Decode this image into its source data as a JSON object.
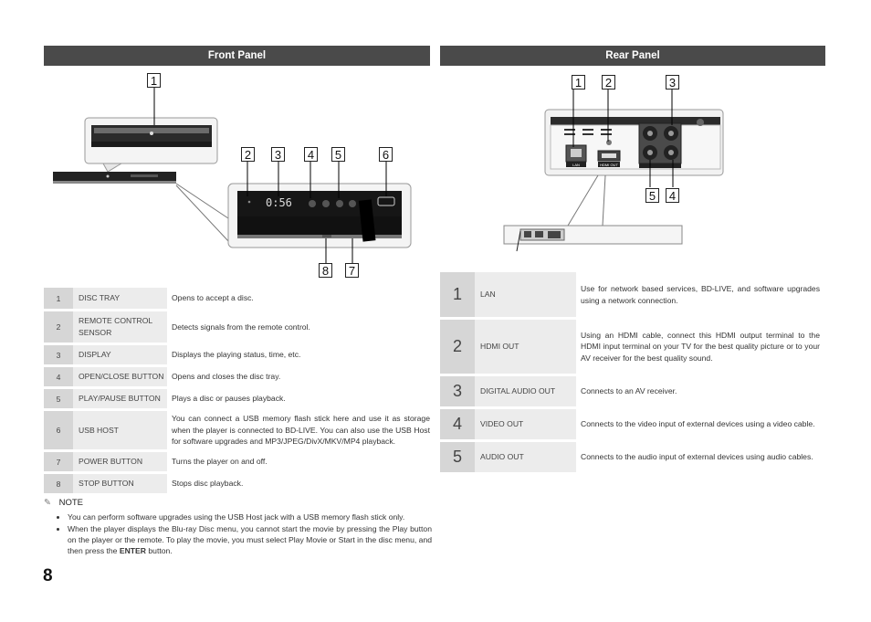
{
  "front_panel": {
    "header": "Front Panel",
    "callouts": [
      "1",
      "2",
      "3",
      "4",
      "5",
      "6",
      "8",
      "7"
    ],
    "display_text": "0:56",
    "rows": [
      {
        "num": "1",
        "label": "DISC TRAY",
        "desc": "Opens to accept a disc."
      },
      {
        "num": "2",
        "label": "REMOTE CONTROL SENSOR",
        "desc": "Detects signals from the remote control."
      },
      {
        "num": "3",
        "label": "DISPLAY",
        "desc": "Displays the playing status, time, etc."
      },
      {
        "num": "4",
        "label": "OPEN/CLOSE BUTTON",
        "desc": "Opens and closes the disc tray."
      },
      {
        "num": "5",
        "label": "PLAY/PAUSE BUTTON",
        "desc": "Plays a disc or pauses playback."
      },
      {
        "num": "6",
        "label": "USB HOST",
        "desc": "You can connect a USB memory flash stick here and use it as storage when the player is connected to BD-LIVE. You can also use the USB Host for software upgrades and MP3/JPEG/DivX/MKV/MP4 playback."
      },
      {
        "num": "7",
        "label": "POWER BUTTON",
        "desc": "Turns the player on and off."
      },
      {
        "num": "8",
        "label": "STOP BUTTON",
        "desc": "Stops disc playback."
      }
    ]
  },
  "rear_panel": {
    "header": "Rear Panel",
    "callouts": [
      "1",
      "2",
      "3",
      "5",
      "4"
    ],
    "port_labels": [
      "LAN",
      "HDMI OUT"
    ],
    "rows": [
      {
        "num": "1",
        "label": "LAN",
        "desc": "Use for network based services, BD-LIVE, and software upgrades using a network connection."
      },
      {
        "num": "2",
        "label": "HDMI OUT",
        "desc": "Using an HDMI cable, connect this HDMI output terminal to the HDMI input terminal on your TV for the best quality picture or to your AV receiver for the best quality sound."
      },
      {
        "num": "3",
        "label": "DIGITAL AUDIO OUT",
        "desc": "Connects to an AV receiver."
      },
      {
        "num": "4",
        "label": "VIDEO OUT",
        "desc": "Connects to the video input of external devices using a video cable."
      },
      {
        "num": "5",
        "label": "AUDIO OUT",
        "desc": "Connects to the audio input of external devices using audio cables."
      }
    ]
  },
  "note": {
    "title": "NOTE",
    "item1": "You can perform software upgrades using the USB Host jack with a USB memory flash stick only.",
    "item2_pre": "When the player displays the Blu-ray Disc menu, you cannot start the movie by pressing the Play button on the player or the remote. To play the movie, you must select Play Movie or Start in the disc menu, and then press the ",
    "item2_bold": "ENTER",
    "item2_post": " button."
  },
  "page_number": "8"
}
